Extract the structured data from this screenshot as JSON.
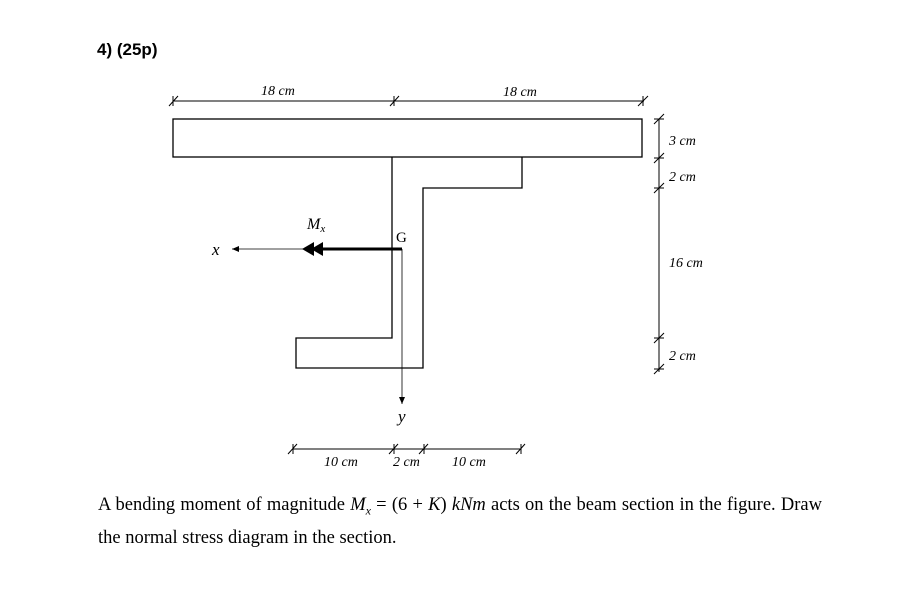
{
  "problem": {
    "number": "4)",
    "points": "(25p)"
  },
  "figure": {
    "top_dims": [
      "18 cm",
      "18 cm"
    ],
    "right_dims": [
      "3 cm",
      "2 cm",
      "16 cm",
      "2 cm"
    ],
    "bottom_dims": [
      "10 cm",
      "2 cm",
      "10 cm"
    ],
    "moment_label": {
      "base": "M",
      "sub": "x"
    },
    "centroid_label": "G",
    "x_axis_label": "x",
    "y_axis_label": "y"
  },
  "statement": {
    "line1_pre": "A bending moment of magnitude ",
    "moment_symbol": "M",
    "moment_sub": "x",
    "equation": " = (6 + ",
    "K": "K",
    "equation_close": ") ",
    "unit": "kNm",
    "line1_post": " acts on the beam section in the figure. Draw the normal stress diagram in the section."
  }
}
